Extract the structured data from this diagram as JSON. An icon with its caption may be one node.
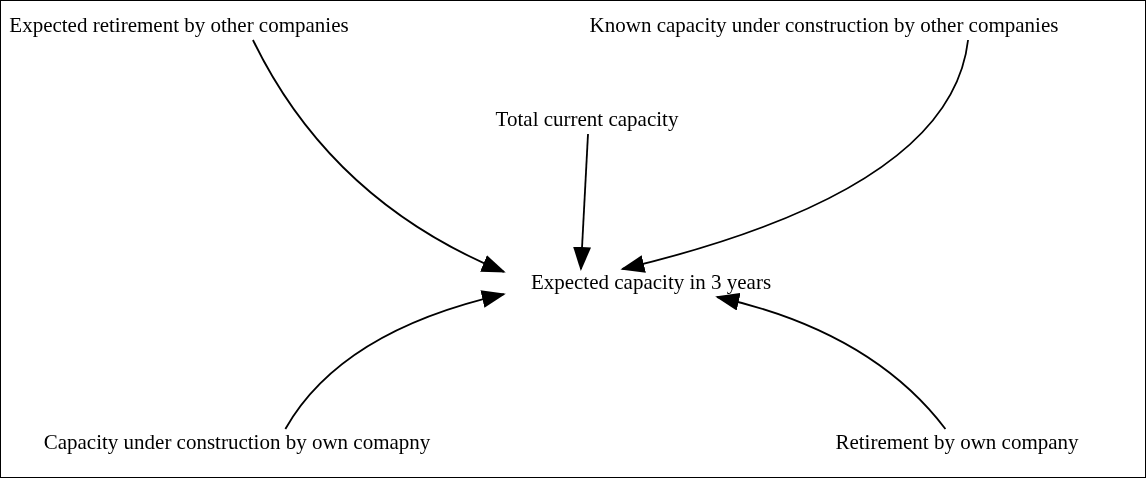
{
  "diagram": {
    "nodes": [
      {
        "text": [
          "Expected retirement by other companies"
        ]
      },
      {
        "text": [
          "Known capacity under construction by other companies"
        ]
      },
      {
        "text": [
          "Total current capacity"
        ]
      },
      {
        "text": [
          "Expected capacity in 3 years"
        ]
      },
      {
        "text": [
          "Capacity under construction by own comapny"
        ]
      },
      {
        "text": [
          "Retirement by own company"
        ]
      }
    ],
    "edges": [
      {
        "from": 0,
        "to": 3,
        "arrow": "to"
      },
      {
        "from": 1,
        "to": 3,
        "arrow": "to"
      },
      {
        "from": 2,
        "to": 3,
        "arrow": "to"
      },
      {
        "from": 4,
        "to": 3,
        "arrow": "to"
      },
      {
        "from": 5,
        "to": 3,
        "arrow": "to"
      }
    ]
  }
}
